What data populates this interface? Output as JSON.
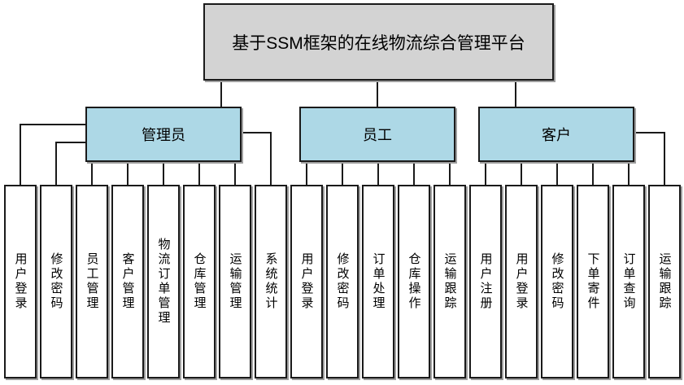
{
  "diagram": {
    "root": {
      "label": "基于SSM框架的在线物流综合管理平台"
    },
    "branches": [
      {
        "label": "管理员",
        "children": [
          "用户登录",
          "修改密码",
          "员工管理",
          "客户管理",
          "物流订单管理",
          "仓库管理",
          "运输管理",
          "系统统计"
        ]
      },
      {
        "label": "员工",
        "children": [
          "用户登录",
          "修改密码",
          "订单处理",
          "仓库操作",
          "运输跟踪"
        ]
      },
      {
        "label": "客户",
        "children": [
          "用户注册",
          "用户登录",
          "修改密码",
          "下单寄件",
          "订单查询",
          "运输跟踪"
        ]
      }
    ]
  },
  "colors": {
    "root_fill": "#d3d3d3",
    "branch_fill": "#add8e6",
    "leaf_fill": "#ffffff",
    "border": "#1a1a1a",
    "line": "#1a1a1a"
  }
}
